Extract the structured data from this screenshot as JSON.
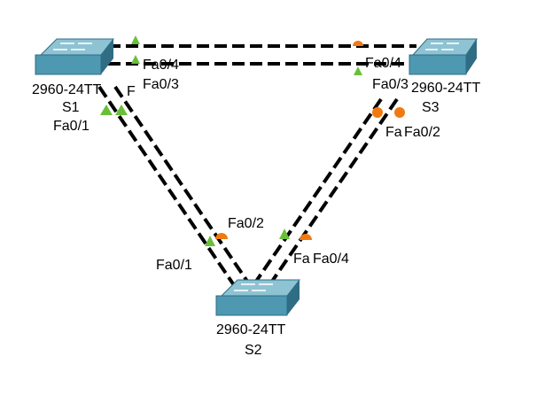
{
  "colors": {
    "link": "#000000",
    "port_up": "#6abf3a",
    "port_blocked": "#f07a12",
    "switch_top": "#8ec3d3",
    "switch_side": "#4f98b1",
    "switch_dark": "#2f6d84"
  },
  "switches": {
    "s1": {
      "model": "2960-24TT",
      "name": "S1"
    },
    "s2": {
      "model": "2960-24TT",
      "name": "S2"
    },
    "s3": {
      "model": "2960-24TT",
      "name": "S3"
    }
  },
  "ports": {
    "s1_fa04": "Fa0/4",
    "s1_fa03": "Fa0/3",
    "s1_fa03_partial": "F",
    "s1_fa01": "Fa0/1",
    "s2_fa02": "Fa0/2",
    "s2_fa01": "Fa0/1",
    "s2_fa04": "Fa0/4",
    "s2_partial": "Fa",
    "s3_fa04": "Fa0/4",
    "s3_fa03": "Fa0/3",
    "s3_fa02": "Fa0/2",
    "s3_partial": "Fa"
  },
  "port_status": {
    "s1_top_link": "up",
    "s1_bottom_link": "up",
    "s1_to_s2_a": "up",
    "s1_to_s2_b": "up",
    "s3_top_link": "blocked",
    "s3_bottom_link": "up",
    "s3_to_s2_a": "blocked",
    "s3_to_s2_b": "blocked",
    "s2_to_s1": "up",
    "s2_fa02": "blocked",
    "s2_to_s3": "up",
    "s2_fa04": "blocked"
  }
}
